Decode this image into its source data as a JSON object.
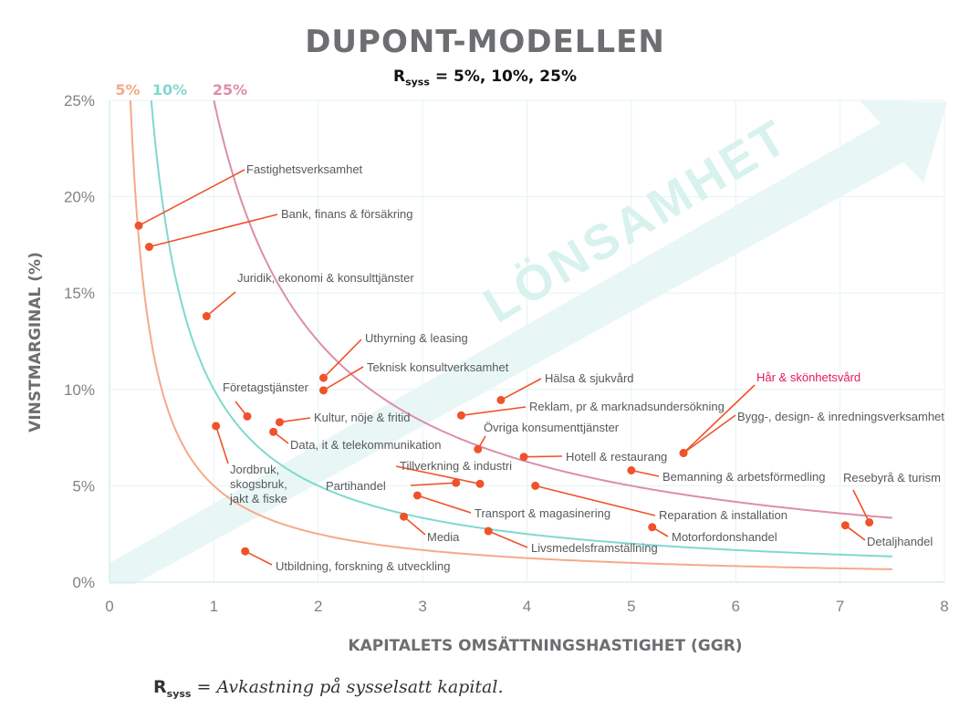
{
  "header": {
    "title": "DUPONT-MODELLEN",
    "subtitle_r": "R",
    "subtitle_sub": "syss",
    "subtitle_rest": " = 5%, 10%, 25%"
  },
  "footnote": {
    "r": "R",
    "sub": "syss",
    "text": " = Avkastning på sysselsatt kapital."
  },
  "chart_data": {
    "type": "scatter",
    "xlabel": "KAPITALETS OMSÄTTNINGSHASTIGHET (GGR)",
    "ylabel": "VINSTMARGINAL (%)",
    "xlim": [
      0,
      8
    ],
    "ylim": [
      0,
      25
    ],
    "x_ticks": [
      "0",
      "1",
      "2",
      "3",
      "4",
      "5",
      "6",
      "7",
      "8"
    ],
    "y_ticks": [
      "0%",
      "5%",
      "10%",
      "15%",
      "20%",
      "25%"
    ],
    "grid": true,
    "watermark": "LÖNSAMHET",
    "curves": [
      {
        "name": "5%",
        "rsyss": 5,
        "color": "#f6a98a"
      },
      {
        "name": "10%",
        "rsyss": 10,
        "color": "#7fd9cf"
      },
      {
        "name": "25%",
        "rsyss": 25,
        "color": "#dc8eaa"
      }
    ],
    "points": [
      {
        "label": "Fastighetsverksamhet",
        "x": 0.28,
        "y": 18.5
      },
      {
        "label": "Bank, finans & försäkring",
        "x": 0.38,
        "y": 17.4
      },
      {
        "label": "Juridik, ekonomi & konsulttjänster",
        "x": 0.93,
        "y": 13.8
      },
      {
        "label": "Uthyrning & leasing",
        "x": 2.05,
        "y": 10.6
      },
      {
        "label": "Teknisk konsultverksamhet",
        "x": 2.05,
        "y": 9.95
      },
      {
        "label": "Företagstjänster",
        "x": 1.32,
        "y": 8.6
      },
      {
        "label": "Kultur, nöje & fritid",
        "x": 1.63,
        "y": 8.3
      },
      {
        "label": "Data, it & telekommunikation",
        "x": 1.57,
        "y": 7.8
      },
      {
        "label": "Jordbruk, skogsbruk, jakt & fiske",
        "x": 1.02,
        "y": 8.1
      },
      {
        "label": "Hälsa & sjukvård",
        "x": 3.75,
        "y": 9.45
      },
      {
        "label": "Reklam, pr & marknadsundersökning",
        "x": 3.37,
        "y": 8.65
      },
      {
        "label": "Övriga konsumenttjänster",
        "x": 3.53,
        "y": 6.9
      },
      {
        "label": "Hotell & restaurang",
        "x": 3.97,
        "y": 6.5
      },
      {
        "label": "Hår & skönhetsvård",
        "x": 5.5,
        "y": 6.7
      },
      {
        "label": "Bygg-, design- & inredningsverksamhet",
        "x": 5.5,
        "y": 6.7
      },
      {
        "label": "Tillverkning & industri",
        "x": 3.55,
        "y": 5.1
      },
      {
        "label": "Partihandel",
        "x": 3.32,
        "y": 5.15
      },
      {
        "label": "Bemanning & arbetsförmedling",
        "x": 5.0,
        "y": 5.8
      },
      {
        "label": "Resebyrå & turism",
        "x": 7.28,
        "y": 3.1
      },
      {
        "label": "Transport & magasinering",
        "x": 2.95,
        "y": 4.5
      },
      {
        "label": "Reparation & installation",
        "x": 4.08,
        "y": 5.0
      },
      {
        "label": "Media",
        "x": 2.82,
        "y": 3.4
      },
      {
        "label": "Livsmedelsframställning",
        "x": 3.63,
        "y": 2.65
      },
      {
        "label": "Motorfordonshandel",
        "x": 5.2,
        "y": 2.85
      },
      {
        "label": "Detaljhandel",
        "x": 7.05,
        "y": 2.95
      },
      {
        "label": "Utbildning, forskning & utveckling",
        "x": 1.3,
        "y": 1.6
      }
    ]
  }
}
